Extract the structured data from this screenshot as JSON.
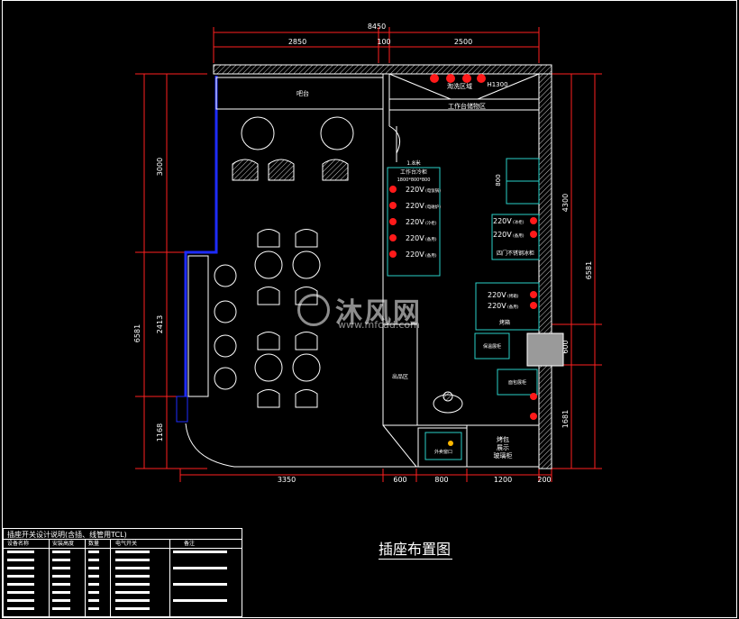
{
  "drawing": {
    "title": "插座布置图",
    "colors": {
      "background": "#000000",
      "line": "#ffffff",
      "dimension": "#ff2020",
      "socket": "#ff1a1a",
      "equipment": "#2ad0c8",
      "blue_wall": "#1e2cff",
      "gray_wall": "#9a9a9a"
    },
    "dimensions": {
      "top_total": "8450",
      "top_segments": [
        "2850",
        "100",
        "2500"
      ],
      "left": [
        "3000",
        "2413",
        "1168"
      ],
      "left_total": "6581",
      "right": [
        "4300",
        "600",
        "1681"
      ],
      "right_total": "6581",
      "right_800": "800",
      "bottom": [
        "3350",
        "600",
        "800",
        "1200",
        "200"
      ]
    },
    "rooms": {
      "seating_counter": "吧台",
      "sink_area": "淘洗区域",
      "h1300": "H1300",
      "work_area": "工作台储物区",
      "work_cabinet_title": "1.8米",
      "work_cabinet_sub": "工作台冷柜",
      "work_cabinet_dims": "1800*800*800",
      "fridge": "四门不锈钢冰柜",
      "oven": "烤箱",
      "dessert1": "保温展柜",
      "dessert2": "面包展柜",
      "serving": "出品区",
      "service": "外卖窗口",
      "display": "烤包\n展示\n玻璃柜"
    },
    "sockets_work": [
      {
        "v": "220V",
        "note": "(电饭锅)"
      },
      {
        "v": "220V",
        "note": "(电磁炉)"
      },
      {
        "v": "220V",
        "note": "(冷柜)"
      },
      {
        "v": "220V",
        "note": "(备用)"
      },
      {
        "v": "220V",
        "note": "(备用)"
      }
    ],
    "sockets_fridge": [
      {
        "v": "220V",
        "note": "(冰柜)"
      },
      {
        "v": "220V",
        "note": "(备用)"
      }
    ],
    "sockets_oven": [
      {
        "v": "220V",
        "note": "(烤箱)"
      },
      {
        "v": "220V",
        "note": "(备用)"
      }
    ]
  },
  "watermark": {
    "text": "沐风网",
    "url": "www.mfcad.com"
  },
  "table": {
    "title": "插座开关设计说明(含插、线管用TCL)",
    "headers": [
      "设备名称",
      "安装高度",
      "数量",
      "电气开关",
      "备注"
    ]
  }
}
